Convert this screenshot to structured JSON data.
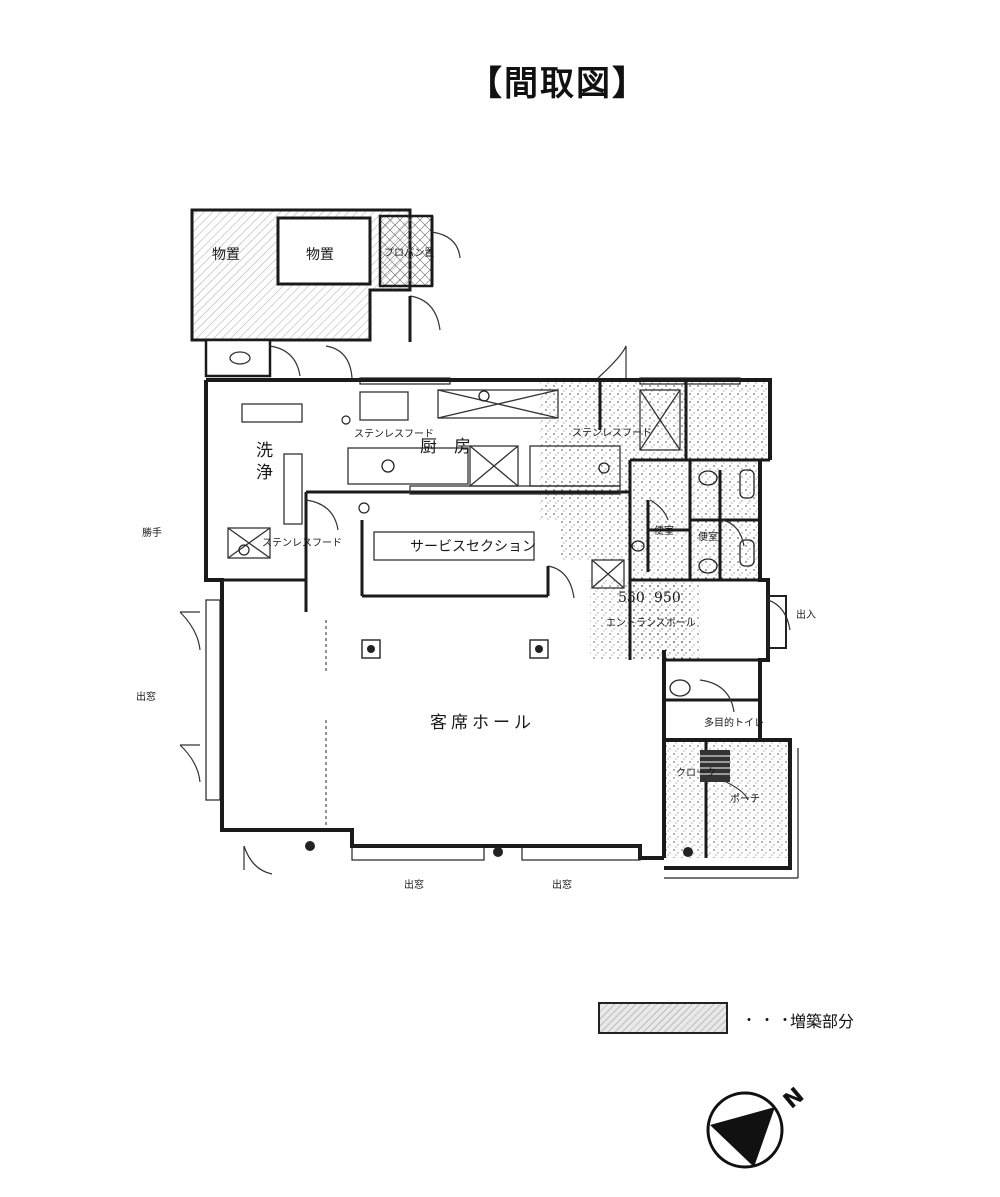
{
  "title": "【間取図】",
  "rooms": {
    "storage_1": "物置",
    "storage_2": "物置",
    "propane": "プロパン置",
    "washing": "洗\n浄",
    "kitchen": "厨　房",
    "stainless_hood_1": "ステンレスフード",
    "stainless_hood_2": "ステンレスフード",
    "stainless_hood_3": "ステンレスフード",
    "service_section": "サービスセクション",
    "hall": "客席ホール",
    "entrance_hall": "エントランスホール",
    "restroom_1": "便室",
    "restroom_2": "便室",
    "multipurpose": "多目的トイレ",
    "cloak": "クローク",
    "porch": "ポーチ"
  },
  "annotations": {
    "dim_1": "550",
    "dim_2": "950",
    "window_left": "出窓",
    "window_bottom_1": "出窓",
    "window_bottom_2": "出窓",
    "exit_right": "出入",
    "gas_left": "勝手"
  },
  "legend": {
    "dots": "・・・",
    "label": "増築部分"
  },
  "compass": {
    "north": "N"
  },
  "colors": {
    "line": "#1a1a1a",
    "hatch": "#bdbdbd",
    "stipple": "#555555"
  }
}
